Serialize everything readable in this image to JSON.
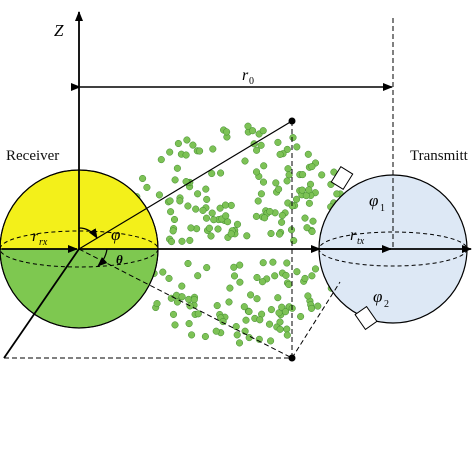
{
  "labels": {
    "receiver": "Receiver",
    "transmitter": "Transmitt",
    "z_axis": "Z",
    "r0_main": "r",
    "r0_sub": "0",
    "rrx_main": "r",
    "rrx_sub": "rx",
    "rtx_main": "r",
    "rtx_sub": "tx",
    "phi": "φ",
    "theta": "θ",
    "phi1_main": "φ",
    "phi1_sub": "1",
    "phi2_main": "φ",
    "phi2_sub": "2"
  },
  "colors": {
    "receiver_top": "#f3f01a",
    "receiver_bottom": "#7ec850",
    "transmitter": "#dde8f5",
    "particle": "#7dc256",
    "particle_stroke": "#3f8a2c",
    "line": "#000000"
  },
  "particle_count": 260
}
